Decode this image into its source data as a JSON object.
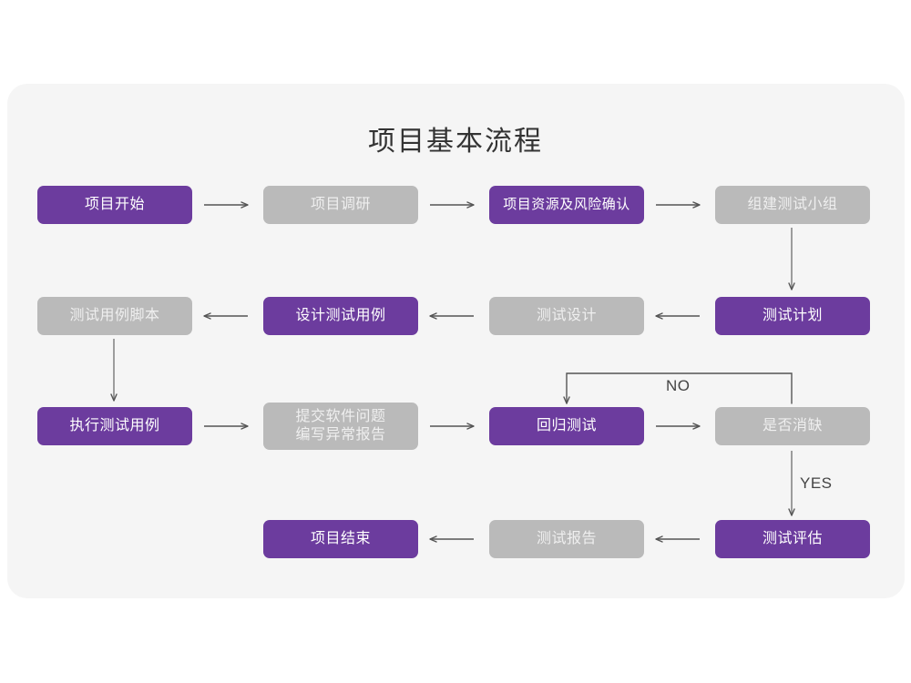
{
  "title": "项目基本流程",
  "theme": {
    "page_background": "#ffffff",
    "card_background": "#f5f5f5",
    "accent_purple": "#6C3C9E",
    "muted_gray": "#bababa",
    "connector": "#666666",
    "title_color": "#333333"
  },
  "chart_data": {
    "type": "diagram",
    "title": "项目基本流程",
    "nodes": [
      {
        "id": "n1",
        "label": "项目开始",
        "style": "purple",
        "row": 1,
        "col": 1
      },
      {
        "id": "n2",
        "label": "项目调研",
        "style": "gray",
        "row": 1,
        "col": 2
      },
      {
        "id": "n3",
        "label": "项目资源及风险确认",
        "style": "purple",
        "row": 1,
        "col": 3
      },
      {
        "id": "n4",
        "label": "组建测试小组",
        "style": "gray",
        "row": 1,
        "col": 4
      },
      {
        "id": "n5",
        "label": "测试用例脚本",
        "style": "gray",
        "row": 2,
        "col": 1
      },
      {
        "id": "n6",
        "label": "设计测试用例",
        "style": "purple",
        "row": 2,
        "col": 2
      },
      {
        "id": "n7",
        "label": "测试设计",
        "style": "gray",
        "row": 2,
        "col": 3
      },
      {
        "id": "n8",
        "label": "测试计划",
        "style": "purple",
        "row": 2,
        "col": 4
      },
      {
        "id": "n9",
        "label": "执行测试用例",
        "style": "purple",
        "row": 3,
        "col": 1
      },
      {
        "id": "n10",
        "label": "提交软件问题\n编写异常报告",
        "style": "gray",
        "row": 3,
        "col": 2
      },
      {
        "id": "n11",
        "label": "回归测试",
        "style": "purple",
        "row": 3,
        "col": 3
      },
      {
        "id": "n12",
        "label": "是否消缺",
        "style": "gray",
        "row": 3,
        "col": 4
      },
      {
        "id": "n13",
        "label": "项目结束",
        "style": "purple",
        "row": 4,
        "col": 2
      },
      {
        "id": "n14",
        "label": "测试报告",
        "style": "gray",
        "row": 4,
        "col": 3
      },
      {
        "id": "n15",
        "label": "测试评估",
        "style": "purple",
        "row": 4,
        "col": 4
      }
    ],
    "edges": [
      {
        "from": "n1",
        "to": "n2",
        "dir": "right",
        "label": ""
      },
      {
        "from": "n2",
        "to": "n3",
        "dir": "right",
        "label": ""
      },
      {
        "from": "n3",
        "to": "n4",
        "dir": "right",
        "label": ""
      },
      {
        "from": "n4",
        "to": "n8",
        "dir": "down",
        "label": ""
      },
      {
        "from": "n8",
        "to": "n7",
        "dir": "left",
        "label": ""
      },
      {
        "from": "n7",
        "to": "n6",
        "dir": "left",
        "label": ""
      },
      {
        "from": "n6",
        "to": "n5",
        "dir": "left",
        "label": ""
      },
      {
        "from": "n5",
        "to": "n9",
        "dir": "down",
        "label": ""
      },
      {
        "from": "n9",
        "to": "n10",
        "dir": "right",
        "label": ""
      },
      {
        "from": "n10",
        "to": "n11",
        "dir": "right",
        "label": ""
      },
      {
        "from": "n11",
        "to": "n12",
        "dir": "right",
        "label": ""
      },
      {
        "from": "n12",
        "to": "n11",
        "dir": "loop-up",
        "label": "NO"
      },
      {
        "from": "n12",
        "to": "n15",
        "dir": "down",
        "label": "YES"
      },
      {
        "from": "n15",
        "to": "n14",
        "dir": "left",
        "label": ""
      },
      {
        "from": "n14",
        "to": "n13",
        "dir": "left",
        "label": ""
      }
    ],
    "edge_labels": {
      "no": "NO",
      "yes": "YES"
    }
  },
  "labels": {
    "no": "NO",
    "yes": "YES"
  },
  "nodes": {
    "n1": "项目开始",
    "n2": "项目调研",
    "n3": "项目资源及风险确认",
    "n4": "组建测试小组",
    "n5": "测试用例脚本",
    "n6": "设计测试用例",
    "n7": "测试设计",
    "n8": "测试计划",
    "n9": "执行测试用例",
    "n10": "提交软件问题\n编写异常报告",
    "n11": "回归测试",
    "n12": "是否消缺",
    "n13": "项目结束",
    "n14": "测试报告",
    "n15": "测试评估"
  }
}
